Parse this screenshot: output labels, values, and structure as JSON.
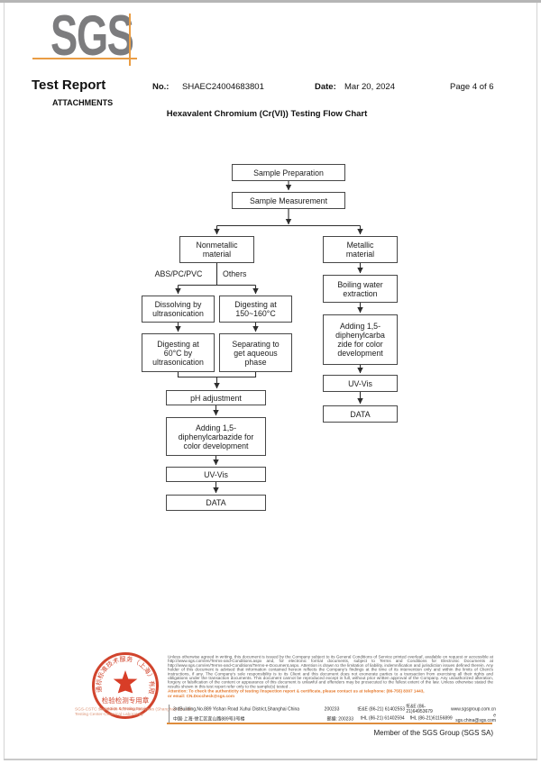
{
  "colors": {
    "accent_orange": "#E8883C",
    "stamp_red": "#CF3B22",
    "logo_gray": "#7C7C7E",
    "flow_line": "#2D2D2D"
  },
  "logo": {
    "text": "SGS"
  },
  "header": {
    "report_title": "Test Report",
    "attachments_label": "ATTACHMENTS",
    "no_label": "No.:",
    "report_no": "SHAEC24004683801",
    "date_label": "Date:",
    "date_value": "Mar 20, 2024",
    "page_info": "Page 4 of 6",
    "document_title": "Hexavalent Chromium (Cr(VI)) Testing Flow Chart"
  },
  "flowchart": {
    "nodes": {
      "sample_preparation": {
        "label": "Sample Preparation"
      },
      "sample_measurement": {
        "label": "Sample Measurement"
      },
      "nonmetallic": {
        "label": "Nonmetallic\nmaterial"
      },
      "metallic": {
        "label": "Metallic\nmaterial"
      },
      "dissolving": {
        "label": "Dissolving by\nultrasonication"
      },
      "digesting_150": {
        "label": "Digesting at\n150~160°C"
      },
      "digesting_60": {
        "label": "Digesting at\n60°C by\nultrasonication"
      },
      "separating": {
        "label": "Separating to\nget aqueous\nphase"
      },
      "ph_adjustment": {
        "label": "pH adjustment"
      },
      "adding_left": {
        "label": "Adding 1,5-\ndiphenylcarbazide for\ncolor development"
      },
      "uv_vis_left": {
        "label": "UV-Vis"
      },
      "data_left": {
        "label": "DATA"
      },
      "boiling": {
        "label": "Boiling water\nextraction"
      },
      "adding_right": {
        "label": "Adding 1,5-\ndiphenylcarba\nzide for color\ndevelopment"
      },
      "uv_vis_right": {
        "label": "UV-Vis"
      },
      "data_right": {
        "label": "DATA"
      }
    },
    "branch_labels": {
      "left": "ABS/PC/PVC",
      "right": "Others"
    }
  },
  "footer": {
    "disclaimer": "Unless otherwise agreed in writing, this document is issued by the Company subject to its General Conditions of Service printed overleaf, available on request or accessible at http://www.sgs.com/en/Terms-and-Conditions.aspx and, for electronic format documents, subject to Terms and Conditions for Electronic Documents at http://www.sgs.com/en/Terms-and-Conditions/Terms-e-Document.aspx. Attention is drawn to the limitation of liability, indemnification and jurisdiction issues defined therein. Any holder of this document is advised that information contained hereon reflects the Company's findings at the time of its intervention only and within the limits of Client's instructions, if any. The Company's sole responsibility is to its Client and this document does not exonerate parties to a transaction from exercising all their rights and obligations under the transaction documents. This document cannot be reproduced except in full, without prior written approval of the Company. Any unauthorized alteration, forgery or falsification of the content or appearance of this document is unlawful and offenders may be prosecuted to the fullest extent of the law. Unless otherwise stated the results shown in this test report refer only to the sample(s) tested .",
    "attention_line1": "Attention: To check the authenticity of testing /inspection report & certificate, please contact us at telephone: (86-755) 8307 1443,",
    "attention_line2": "or email: CN.Doccheck@sgs.com",
    "company_line1": "SGS-CSTC Standards Technical Services (Shanghai) Co.,Ltd.",
    "company_line2": "Testing Center-Chemical Laboratory",
    "stamp": {
      "arc_text": "通标标准技术服务（上海）有限公司",
      "line1": "检验检测专用章",
      "line2": "Inspection & Testing Services"
    },
    "address_rows": [
      {
        "addr": "3rdBuilding,No.889 Yishan Road Xuhui District,Shanghai China",
        "post": "200233",
        "tel": "tE&E (86-21) 61402553",
        "fax": "fE&E (86-21)64953679",
        "web": "www.sgsgroup.com.cn"
      },
      {
        "addr": "中国·上海·徐汇区宜山路889号3号楼",
        "post": "邮编: 200233",
        "tel": "tHL (86-21) 61402594",
        "fax": "fHL (86-21)61156899",
        "web": "e sgs.china@sgs.com"
      }
    ],
    "member_line": "Member of the SGS Group (SGS SA)"
  }
}
